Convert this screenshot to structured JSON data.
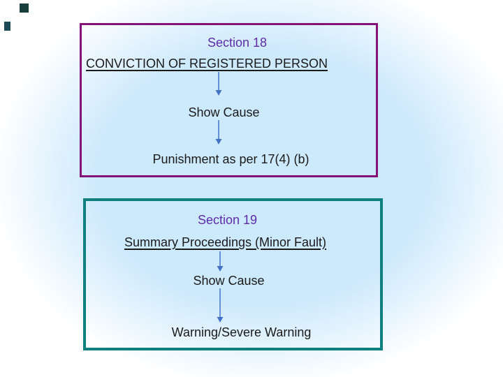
{
  "colors": {
    "background_center": "#cde9fc",
    "background_edge": "#ffffff",
    "arrow": "#4472c4",
    "body_text": "#1a1a1a",
    "section_title": "#5e2ca6",
    "box1_border": "#831279",
    "box2_border": "#107f80",
    "decor_square_top": "#173d3d",
    "decor_square_side": "#1e4a57"
  },
  "icons": {
    "flow_arrow": "arrow-down-icon"
  },
  "box1": {
    "title": "Section 18",
    "heading": "CONVICTION OF REGISTERED PERSON",
    "step1": "Show Cause",
    "step2": "Punishment as per 17(4) (b)"
  },
  "box2": {
    "title": "Section 19",
    "heading": "Summary Proceedings (Minor Fault)",
    "step1": "Show Cause",
    "step2": "Warning/Severe Warning"
  }
}
